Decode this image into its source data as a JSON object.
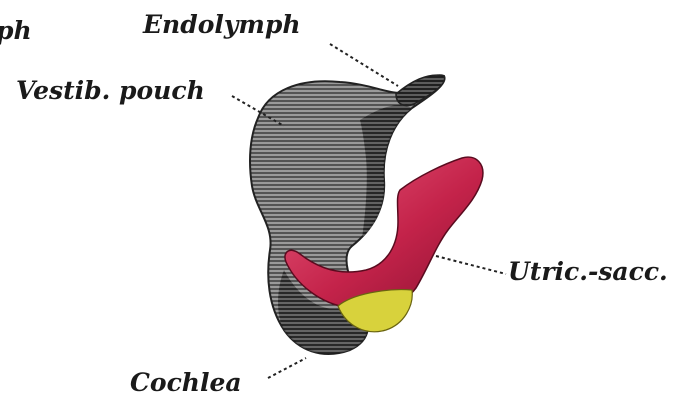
{
  "labels": {
    "partial_top_left": "ph",
    "endolymph": "Endolymph",
    "vestib_pouch": "Vestib. pouch",
    "utric_sacc": "Utric.-sacc.",
    "cochlea_partial": "Cochlea"
  },
  "colors": {
    "background": "#ffffff",
    "ink": "#1a1a1a",
    "vesicle_fill": "#8f8f8f",
    "vesicle_shadow": "#3a3a3a",
    "utricle_red": "#c4234a",
    "utricle_red_light": "#e45578",
    "saccule_yellow": "#d8d23c"
  }
}
